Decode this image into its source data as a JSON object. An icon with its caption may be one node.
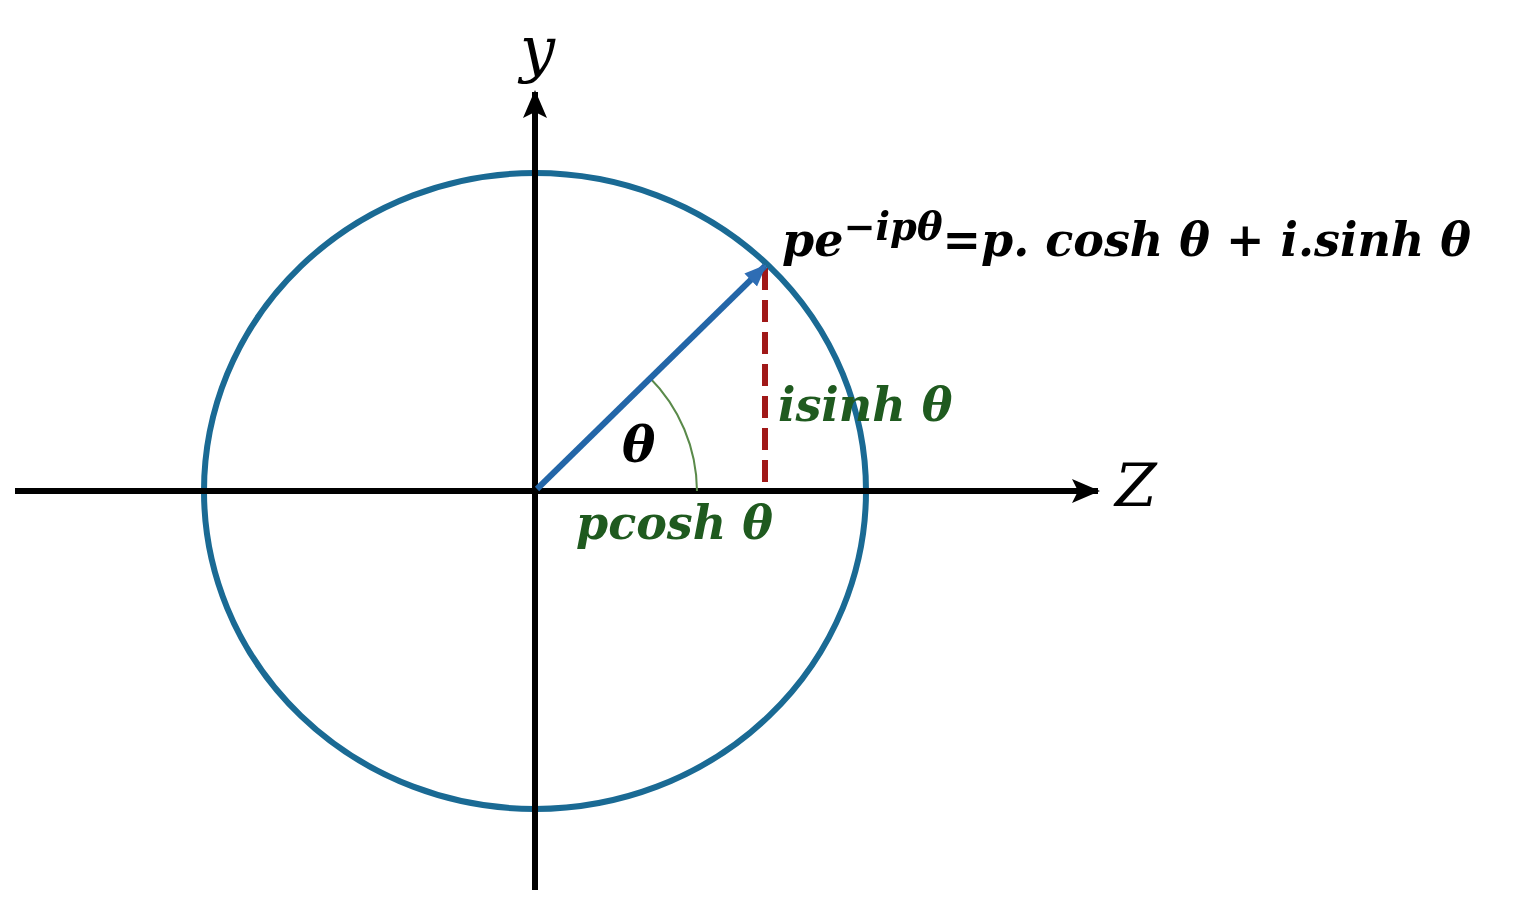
{
  "diagram": {
    "labels": [
      "y",
      "pe$^{−ipθ}$=p. cosh θ + i.sinh θ",
      "isinh θ",
      "θ",
      "Z",
      "pcosh θ"
    ]
  }
}
